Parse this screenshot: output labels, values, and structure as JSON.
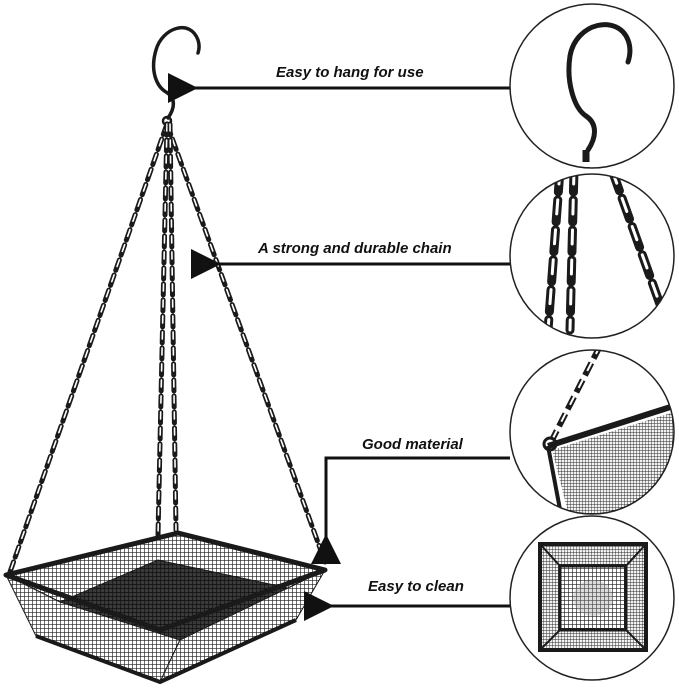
{
  "image": {
    "description_subject": "hanging-mesh-tray-bird-feeder",
    "background_color": "#ffffff",
    "metal_color": "#1a1a1a",
    "mesh_color": "#2b2b2b",
    "circle_border_color": "#222222"
  },
  "callouts": [
    {
      "label": "Easy to hang for use",
      "icon": "s-hook-icon"
    },
    {
      "label": "A strong and durable chain",
      "icon": "chain-icon"
    },
    {
      "label": "Good material",
      "icon": "mesh-corner-icon"
    },
    {
      "label": "Easy to clean",
      "icon": "tray-top-view-icon"
    }
  ]
}
